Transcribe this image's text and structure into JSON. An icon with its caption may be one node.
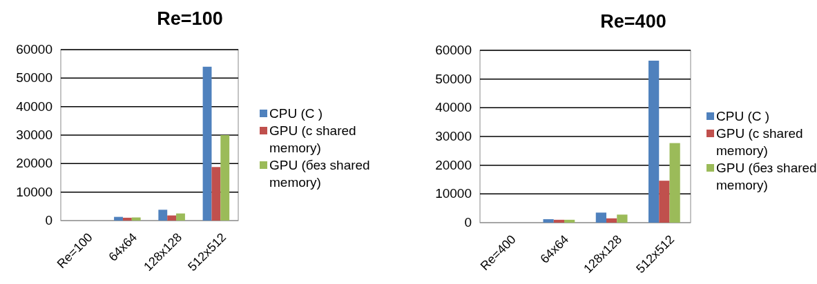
{
  "diagram": {
    "chart_data": [
      {
        "type": "bar",
        "grid": true,
        "legend": "right",
        "title": "Re=100",
        "categories": [
          "Re=100",
          "64x64",
          "128x128",
          "512x512"
        ],
        "ylim": [
          0,
          60000
        ],
        "yticks": [
          0,
          10000,
          20000,
          30000,
          40000,
          50000,
          60000
        ],
        "series": [
          {
            "name": "CPU (C )",
            "color": "#4f81bd",
            "values": [
              0,
              1300,
              3800,
              54000
            ]
          },
          {
            "name": "GPU (с shared memory)",
            "color": "#c0504d",
            "values": [
              0,
              1000,
              1800,
              18800
            ]
          },
          {
            "name": "GPU (без shared memory)",
            "color": "#9bbb59",
            "values": [
              0,
              1100,
              2500,
              30000
            ]
          }
        ]
      },
      {
        "type": "bar",
        "grid": true,
        "legend": "right",
        "title": "Re=400",
        "categories": [
          "Re=400",
          "64x64",
          "128x128",
          "512x512"
        ],
        "ylim": [
          0,
          60000
        ],
        "yticks": [
          0,
          10000,
          20000,
          30000,
          40000,
          50000,
          60000
        ],
        "series": [
          {
            "name": "CPU (C )",
            "color": "#4f81bd",
            "values": [
              0,
              1200,
              3500,
              56400
            ]
          },
          {
            "name": "GPU (с shared memory)",
            "color": "#c0504d",
            "values": [
              0,
              1000,
              1500,
              14600
            ]
          },
          {
            "name": "GPU (без shared memory)",
            "color": "#9bbb59",
            "values": [
              0,
              1000,
              2800,
              27700
            ]
          }
        ]
      }
    ]
  }
}
